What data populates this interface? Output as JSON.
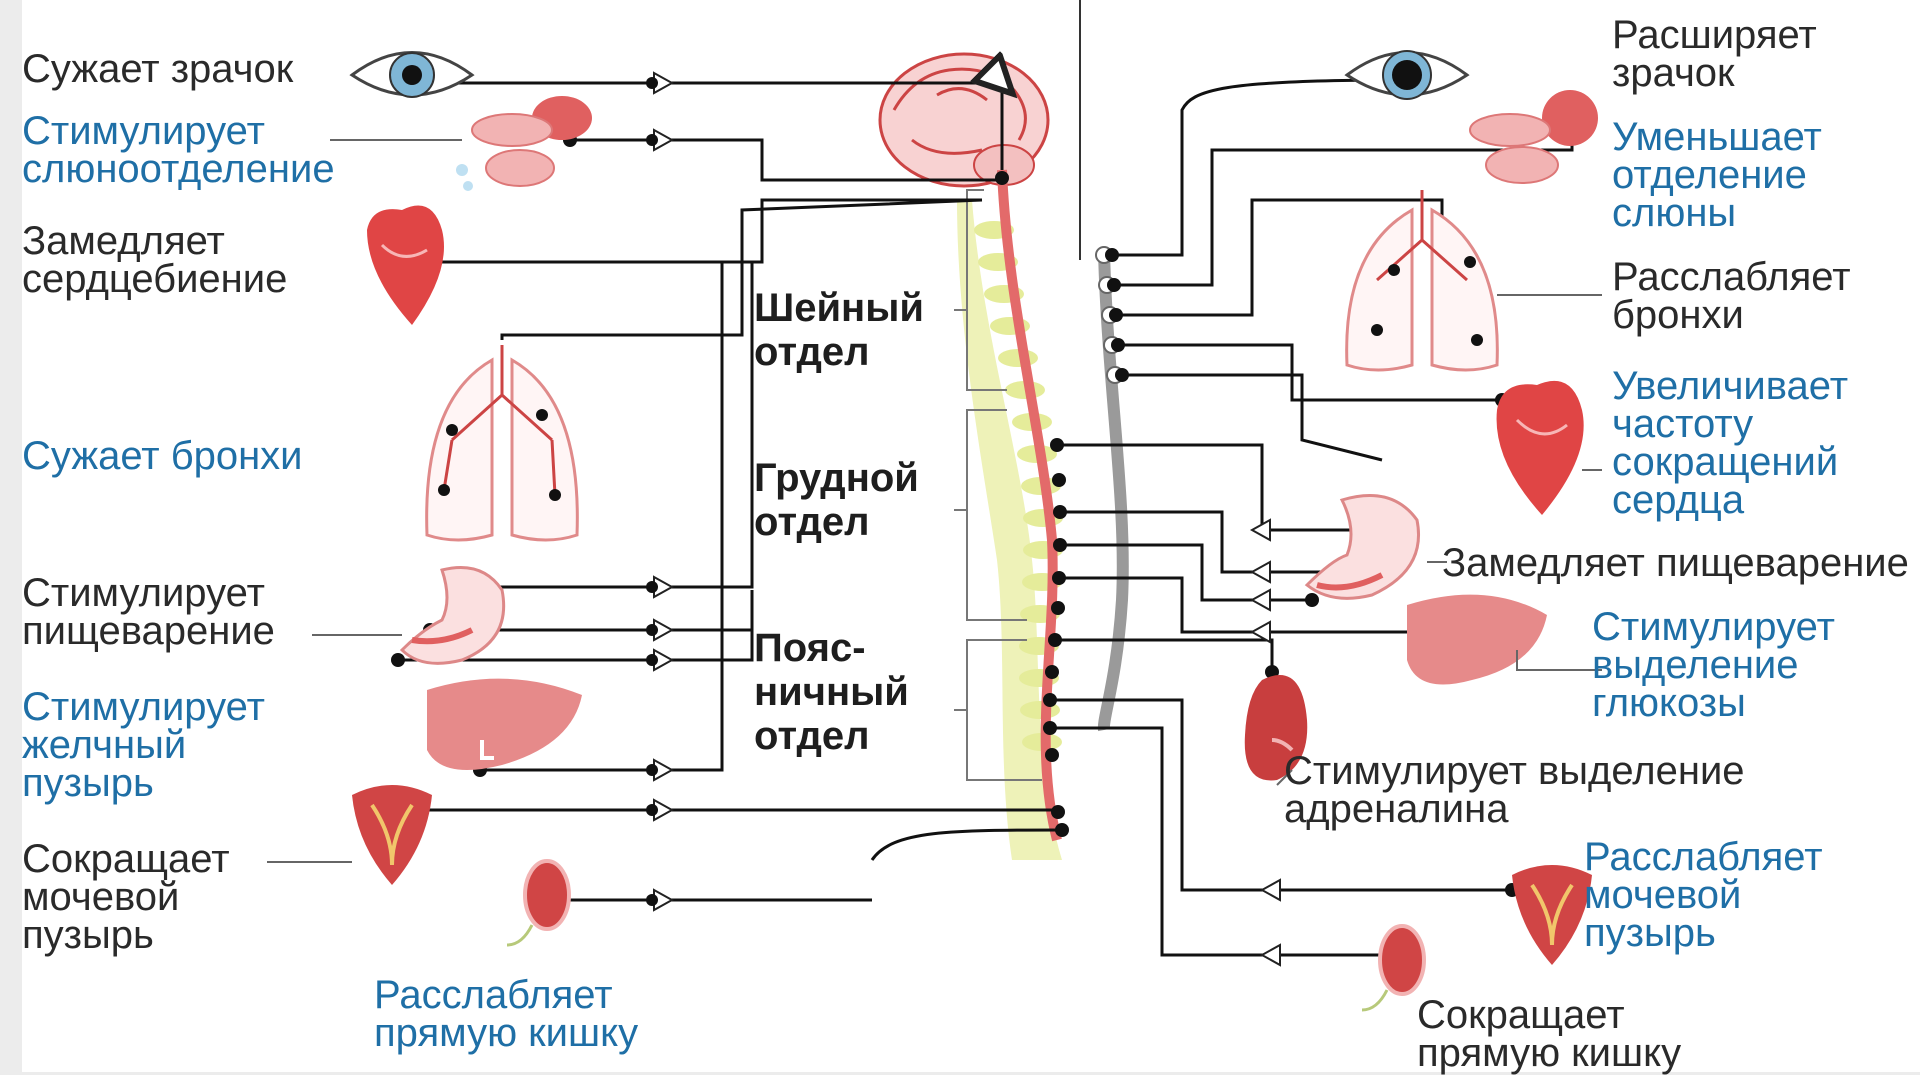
{
  "parasympathetic": {
    "pupil": "Сужает зрачок",
    "saliva": "Стимулирует\nслюноотделение",
    "heart": "Замедляет\nсердцебиение",
    "bronchi": "Сужает бронхи",
    "digestion": "Стимулирует\nпищеварение",
    "gallbladder": "Стимулирует\nжелчный\nпузырь",
    "bladder": "Сокращает\nмочевой\nпузырь",
    "rectum": "Расслабляет\nпрямую кишку"
  },
  "sympathetic": {
    "pupil": "Расширяет\nзрачок",
    "saliva": "Уменьшает\nотделение\nслюны",
    "bronchi": "Расслабляет\nбронхи",
    "heart": "Увеличивает\nчастоту\nсокращений\nсердца",
    "digestion": "Замедляет пищеварение",
    "glucose": "Стимулирует\nвыделение\nглюкозы",
    "adrenaline": "Стимулирует выделение\nадреналина",
    "bladder": "Расслабляет\nмочевой\nпузырь",
    "rectum": "Сокращает\nпрямую кишку"
  },
  "sections": {
    "cervical": "Шейный\nотдел",
    "thoracic": "Грудной\nотдел",
    "lumbar": "Пояс-\nничный\nотдел"
  },
  "colors": {
    "blue_text": "#1f6fa6",
    "dark_text": "#2a2a2a",
    "organ_red": "#e06060",
    "organ_pink": "#f2b3b3",
    "spine_yellow": "#eef2b8",
    "cord_red": "#e36a6a",
    "chain_gray": "#9a9a9a"
  }
}
